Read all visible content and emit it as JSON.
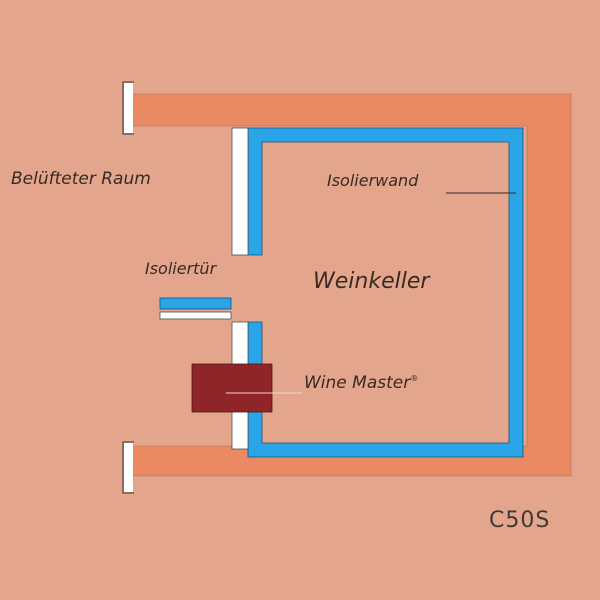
{
  "labels": {
    "outside_room": "Belüfteter Raum",
    "insulated_wall": "Isolierwand",
    "insulated_door": "Isoliertür",
    "wine_cellar": "Weinkeller",
    "unit_name": "Wine Master",
    "unit_mark": "®",
    "model": "C50S"
  },
  "colors": {
    "background": "#e4a58d",
    "building_wall": "#e98a63",
    "insulation": "#2aa6e8",
    "door_panel": "#ffffff",
    "unit": "#8f2528",
    "text": "#3a2a22"
  }
}
